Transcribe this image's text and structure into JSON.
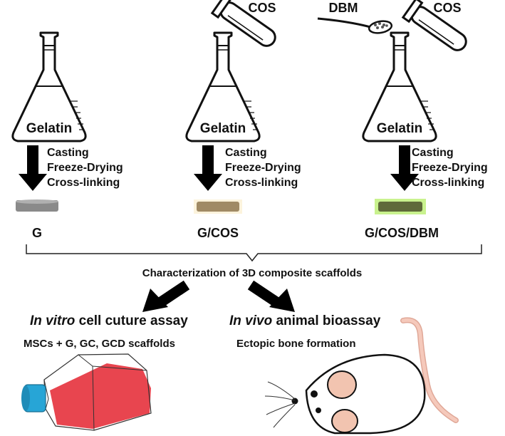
{
  "columns": [
    {
      "flask_label": "Gelatin",
      "process_steps": [
        "Casting",
        "Freeze-Drying",
        "Cross-linking"
      ],
      "scaffold_label": "G",
      "scaffold_color": "#7f7f7f",
      "additives": []
    },
    {
      "flask_label": "Gelatin",
      "process_steps": [
        "Casting",
        "Freeze-Drying",
        "Cross-linking"
      ],
      "scaffold_label": "G/COS",
      "scaffold_color": "#a08a65",
      "additives": [
        "COS"
      ]
    },
    {
      "flask_label": "Gelatin",
      "process_steps": [
        "Casting",
        "Freeze-Drying",
        "Cross-linking"
      ],
      "scaffold_label": "G/COS/DBM",
      "scaffold_color": "#5f6a3a",
      "additives": [
        "DBM",
        "COS"
      ]
    }
  ],
  "characterization_label": "Characterization of 3D composite scaffolds",
  "in_vitro": {
    "title_italic": "In vitro",
    "title_rest": " cell cuture assay",
    "subtitle": "MSCs + G, GC, GCD scaffolds"
  },
  "in_vivo": {
    "title_italic": "In vivo",
    "title_rest": " animal bioassay",
    "subtitle": "Ectopic bone formation"
  },
  "colors": {
    "flask_liquid": "#ffffff",
    "flask_outline": "#111111",
    "arrow": "#000000",
    "culture_medium": "#e8454f",
    "flask_cap": "#27a5d6",
    "mouse_ear": "#f2c4b0",
    "mouse_tail": "#f0b8a8"
  },
  "icons": [
    "erlenmeyer-flask-icon",
    "test-tube-icon",
    "spoon-icon",
    "cell-culture-flask-icon",
    "mouse-icon"
  ]
}
